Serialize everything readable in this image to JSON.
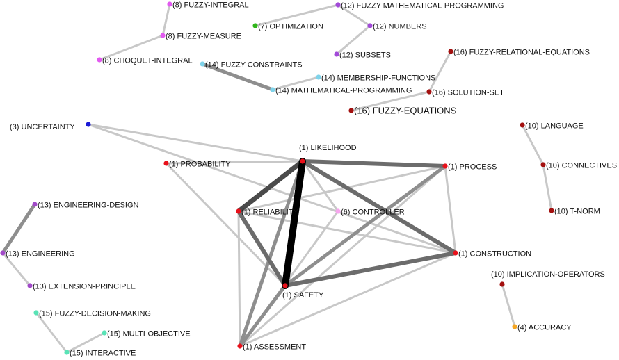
{
  "colors": {
    "cluster_1": "#e8111b",
    "cluster_3": "#1a19d6",
    "cluster_4": "#f5a623",
    "cluster_6": "#f7a6ee",
    "cluster_7": "#2fb51a",
    "cluster_8": "#e25af0",
    "cluster_10": "#a3100f",
    "cluster_12": "#a24ad8",
    "cluster_13": "#a14ac8",
    "cluster_14": "#7fd3ea",
    "cluster_15": "#59e3b6",
    "cluster_16": "#a3100f"
  },
  "nodes": [
    {
      "id": "fuzzy-integral",
      "label": "(8) FUZZY-INTEGRAL",
      "color": "cluster_8"
    },
    {
      "id": "fuzzy-measure",
      "label": "(8) FUZZY-MEASURE",
      "color": "cluster_8"
    },
    {
      "id": "choquet-integral",
      "label": "(8) CHOQUET-INTEGRAL",
      "color": "cluster_8"
    },
    {
      "id": "optimization",
      "label": "(7) OPTIMIZATION",
      "color": "cluster_7"
    },
    {
      "id": "fuzzy-mathematical-programming",
      "label": "(12) FUZZY-MATHEMATICAL-PROGRAMMING",
      "color": "cluster_12"
    },
    {
      "id": "numbers",
      "label": "(12) NUMBERS",
      "color": "cluster_12"
    },
    {
      "id": "subsets",
      "label": "(12) SUBSETS",
      "color": "cluster_12"
    },
    {
      "id": "fuzzy-constraints",
      "label": "(14) FUZZY-CONSTRAINTS",
      "color": "cluster_14"
    },
    {
      "id": "membership-functions",
      "label": "(14) MEMBERSHIP-FUNCTIONS",
      "color": "cluster_14"
    },
    {
      "id": "mathematical-programming",
      "label": "(14) MATHEMATICAL-PROGRAMMING",
      "color": "cluster_14"
    },
    {
      "id": "fuzzy-relational-equations",
      "label": "(16) FUZZY-RELATIONAL-EQUATIONS",
      "color": "cluster_16"
    },
    {
      "id": "solution-set",
      "label": "(16) SOLUTION-SET",
      "color": "cluster_16"
    },
    {
      "id": "fuzzy-equations",
      "label": "(16) FUZZY-EQUATIONS",
      "color": "cluster_16"
    },
    {
      "id": "uncertainty",
      "label": "(3) UNCERTAINTY",
      "color": "cluster_3"
    },
    {
      "id": "language",
      "label": "(10) LANGUAGE",
      "color": "cluster_10"
    },
    {
      "id": "connectives",
      "label": "(10) CONNECTIVES",
      "color": "cluster_10"
    },
    {
      "id": "t-norm",
      "label": "(10) T-NORM",
      "color": "cluster_10"
    },
    {
      "id": "likelihood",
      "label": "(1) LIKELIHOOD",
      "color": "cluster_1"
    },
    {
      "id": "probability",
      "label": "(1) PROBABILITY",
      "color": "cluster_1"
    },
    {
      "id": "process",
      "label": "(1) PROCESS",
      "color": "cluster_1"
    },
    {
      "id": "reliability",
      "label": "(1) RELIABILITY",
      "color": "cluster_1"
    },
    {
      "id": "controller",
      "label": "(6) CONTROLLER",
      "color": "cluster_6"
    },
    {
      "id": "construction",
      "label": "(1) CONSTRUCTION",
      "color": "cluster_1"
    },
    {
      "id": "safety",
      "label": "(1) SAFETY",
      "color": "cluster_1"
    },
    {
      "id": "assessment",
      "label": "(1) ASSESSMENT",
      "color": "cluster_1"
    },
    {
      "id": "engineering-design",
      "label": "(13) ENGINEERING-DESIGN",
      "color": "cluster_13"
    },
    {
      "id": "engineering",
      "label": "(13) ENGINEERING",
      "color": "cluster_13"
    },
    {
      "id": "extension-principle",
      "label": "(13) EXTENSION-PRINCIPLE",
      "color": "cluster_13"
    },
    {
      "id": "fuzzy-decision-making",
      "label": "(15) FUZZY-DECISION-MAKING",
      "color": "cluster_15"
    },
    {
      "id": "multi-objective",
      "label": "(15) MULTI-OBJECTIVE",
      "color": "cluster_15"
    },
    {
      "id": "interactive",
      "label": "(15) INTERACTIVE",
      "color": "cluster_15"
    },
    {
      "id": "implication-operators",
      "label": "(10) IMPLICATION-OPERATORS",
      "color": "cluster_10"
    },
    {
      "id": "accuracy",
      "label": "(4) ACCURACY",
      "color": "cluster_4"
    }
  ],
  "edges": [
    {
      "from": "fuzzy-integral",
      "to": "fuzzy-measure",
      "weight": 1
    },
    {
      "from": "fuzzy-measure",
      "to": "choquet-integral",
      "weight": 1
    },
    {
      "from": "optimization",
      "to": "fuzzy-mathematical-programming",
      "weight": 1
    },
    {
      "from": "fuzzy-mathematical-programming",
      "to": "numbers",
      "weight": 1
    },
    {
      "from": "numbers",
      "to": "subsets",
      "weight": 1
    },
    {
      "from": "fuzzy-constraints",
      "to": "mathematical-programming",
      "weight": 2
    },
    {
      "from": "membership-functions",
      "to": "mathematical-programming",
      "weight": 1
    },
    {
      "from": "fuzzy-relational-equations",
      "to": "solution-set",
      "weight": 1
    },
    {
      "from": "solution-set",
      "to": "fuzzy-equations",
      "weight": 1
    },
    {
      "from": "language",
      "to": "connectives",
      "weight": 1
    },
    {
      "from": "connectives",
      "to": "t-norm",
      "weight": 1
    },
    {
      "from": "engineering-design",
      "to": "engineering",
      "weight": 2
    },
    {
      "from": "engineering",
      "to": "extension-principle",
      "weight": 1
    },
    {
      "from": "fuzzy-decision-making",
      "to": "interactive",
      "weight": 1
    },
    {
      "from": "multi-objective",
      "to": "interactive",
      "weight": 1
    },
    {
      "from": "implication-operators",
      "to": "accuracy",
      "weight": 1
    },
    {
      "from": "uncertainty",
      "to": "likelihood",
      "weight": 1
    },
    {
      "from": "uncertainty",
      "to": "construction",
      "weight": 1
    },
    {
      "from": "probability",
      "to": "likelihood",
      "weight": 1
    },
    {
      "from": "probability",
      "to": "safety",
      "weight": 1
    },
    {
      "from": "likelihood",
      "to": "safety",
      "weight": 5
    },
    {
      "from": "likelihood",
      "to": "reliability",
      "weight": 4
    },
    {
      "from": "likelihood",
      "to": "process",
      "weight": 3
    },
    {
      "from": "likelihood",
      "to": "construction",
      "weight": 3
    },
    {
      "from": "likelihood",
      "to": "assessment",
      "weight": 2
    },
    {
      "from": "likelihood",
      "to": "controller",
      "weight": 1
    },
    {
      "from": "reliability",
      "to": "safety",
      "weight": 3
    },
    {
      "from": "reliability",
      "to": "process",
      "weight": 1
    },
    {
      "from": "reliability",
      "to": "construction",
      "weight": 1
    },
    {
      "from": "reliability",
      "to": "assessment",
      "weight": 1
    },
    {
      "from": "safety",
      "to": "construction",
      "weight": 3
    },
    {
      "from": "safety",
      "to": "process",
      "weight": 2
    },
    {
      "from": "safety",
      "to": "assessment",
      "weight": 2
    },
    {
      "from": "process",
      "to": "assessment",
      "weight": 1
    },
    {
      "from": "process",
      "to": "construction",
      "weight": 1
    },
    {
      "from": "construction",
      "to": "assessment",
      "weight": 1
    },
    {
      "from": "controller",
      "to": "assessment",
      "weight": 1
    }
  ]
}
